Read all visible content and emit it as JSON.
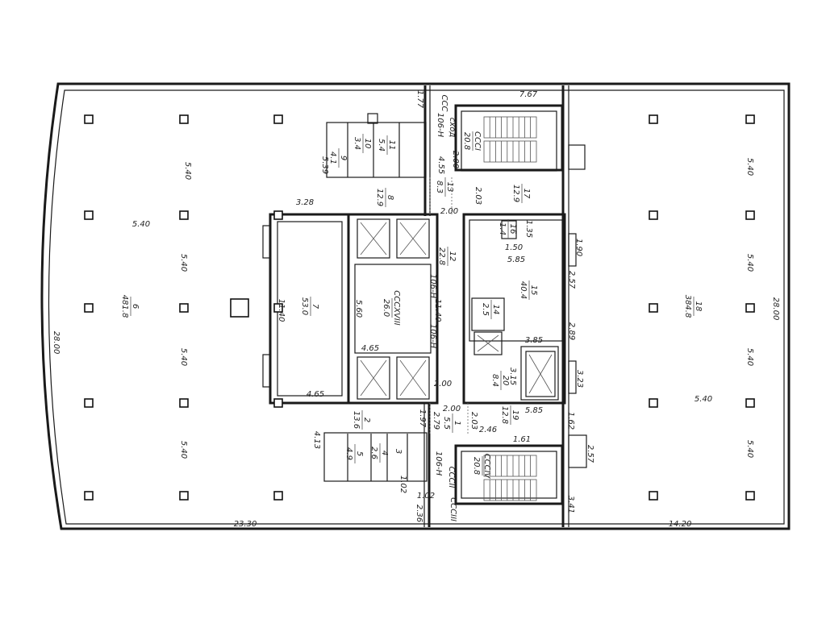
{
  "plan": {
    "rooms": [
      {
        "number": "6",
        "area": "481.8"
      },
      {
        "number": "7",
        "area": "53.0"
      },
      {
        "number": "8",
        "area": "12.9"
      },
      {
        "number": "9",
        "area": "4.1"
      },
      {
        "number": "10",
        "area": "3.4"
      },
      {
        "number": "11",
        "area": "5.4"
      },
      {
        "number": "12",
        "area": "22.8"
      },
      {
        "number": "13",
        "area": "8.3"
      },
      {
        "number": "14",
        "area": "2.5"
      },
      {
        "number": "15",
        "area": "40.4"
      },
      {
        "number": "16",
        "area": "1.4"
      },
      {
        "number": "17",
        "area": "12.9"
      },
      {
        "number": "18",
        "area": "384.8"
      },
      {
        "number": "19",
        "area": "12.8"
      },
      {
        "number": "20",
        "area": "8.4"
      },
      {
        "number": "1",
        "area": "5.5"
      },
      {
        "number": "2",
        "area": "13.6"
      },
      {
        "number": "3",
        "area": ""
      },
      {
        "number": "4",
        "area": "2.6"
      },
      {
        "number": "5",
        "area": "4.9"
      },
      {
        "number": "СССXVIII",
        "area": "26.0"
      },
      {
        "number": "СССI",
        "area": "20.8"
      },
      {
        "number": "СССIV",
        "area": "20.8"
      }
    ],
    "dimensions": [
      "5.40",
      "5.40",
      "5.40",
      "5.40",
      "5.40",
      "5.40",
      "5.40",
      "5.40",
      "5.40",
      "5.40",
      "28.00",
      "28.00",
      "23.30",
      "14.20",
      "7.67",
      "1.77",
      "4.55",
      "2.00",
      "2.03",
      "2.00",
      "5.39",
      "3.28",
      "11.40",
      "5.60",
      "4.65",
      "11.40",
      "2.00",
      "4.65",
      "2.00",
      "1.35",
      "1.50",
      "1.90",
      "5.85",
      "2.57",
      "2.89",
      "3.85",
      "3.15",
      "3.23",
      "5.85",
      "1.62",
      "2.46",
      "1.61",
      "2.57",
      "3.41",
      "1.97",
      "2.79",
      "2.03",
      "4.13",
      "1.02",
      "1.02",
      "2.36"
    ],
    "tags": [
      "ССС",
      "106-Н",
      "сход",
      "106-Н",
      "106-Н",
      "106-Н",
      "СССII",
      "СССIII"
    ]
  }
}
